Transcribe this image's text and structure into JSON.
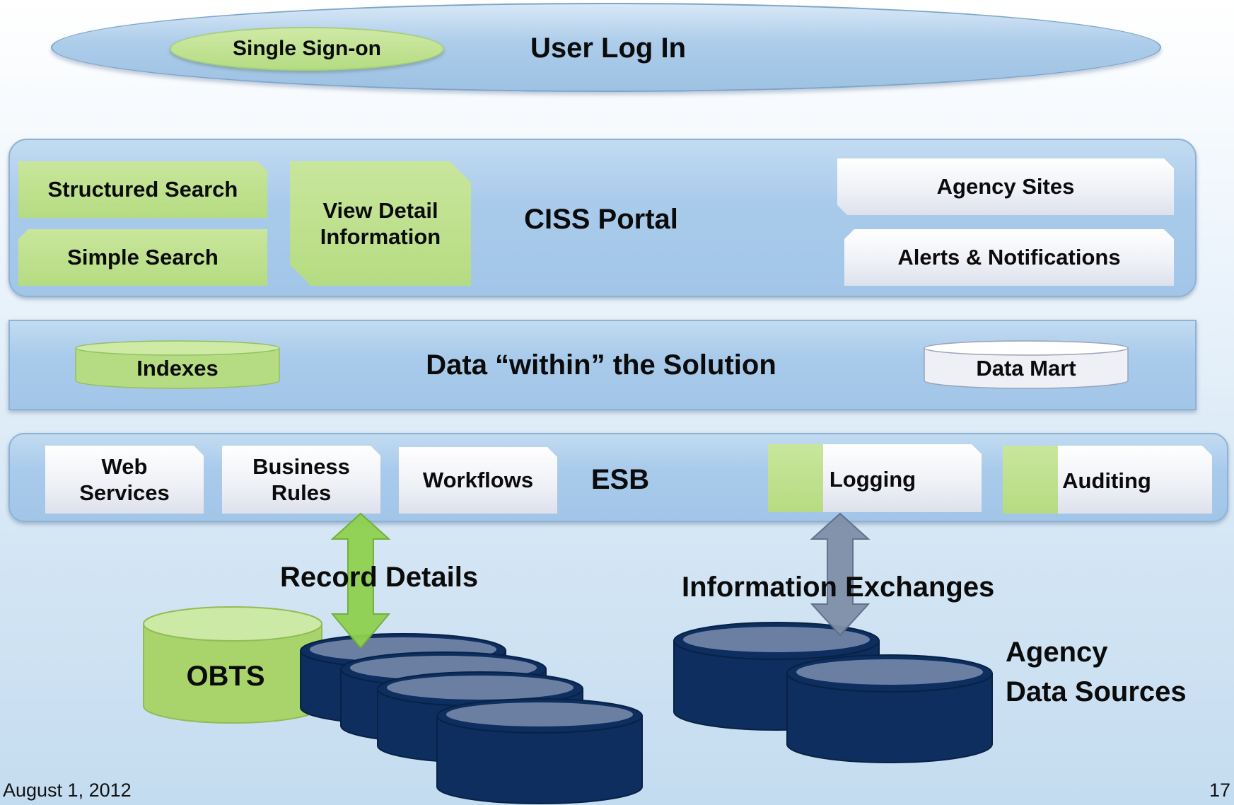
{
  "colors": {
    "band_blue": "#a9cbeb",
    "green": "#b5dc82",
    "navy_db": "#0d2e5e",
    "arrow_green": "#8fd14f",
    "arrow_gray": "#7f8fa8"
  },
  "login": {
    "title": "User Log In",
    "sso": "Single Sign-on"
  },
  "portal": {
    "title": "CISS Portal",
    "structured_search": "Structured Search",
    "simple_search": "Simple Search",
    "view_detail": "View Detail Information",
    "agency_sites": "Agency Sites",
    "alerts": "Alerts & Notifications"
  },
  "data_layer": {
    "title": "Data “within” the Solution",
    "indexes": "Indexes",
    "data_mart": "Data Mart"
  },
  "esb": {
    "title": "ESB",
    "web_services": "Web Services",
    "business_rules": "Business Rules",
    "workflows": "Workflows",
    "logging": "Logging",
    "auditing": "Auditing"
  },
  "sources": {
    "record_details": "Record Details",
    "information_exchanges": "Information Exchanges",
    "obts": "OBTS",
    "agency_data_sources_line1": "Agency",
    "agency_data_sources_line2": "Data Sources"
  },
  "footer": {
    "date": "August 1, 2012",
    "page": "17"
  }
}
